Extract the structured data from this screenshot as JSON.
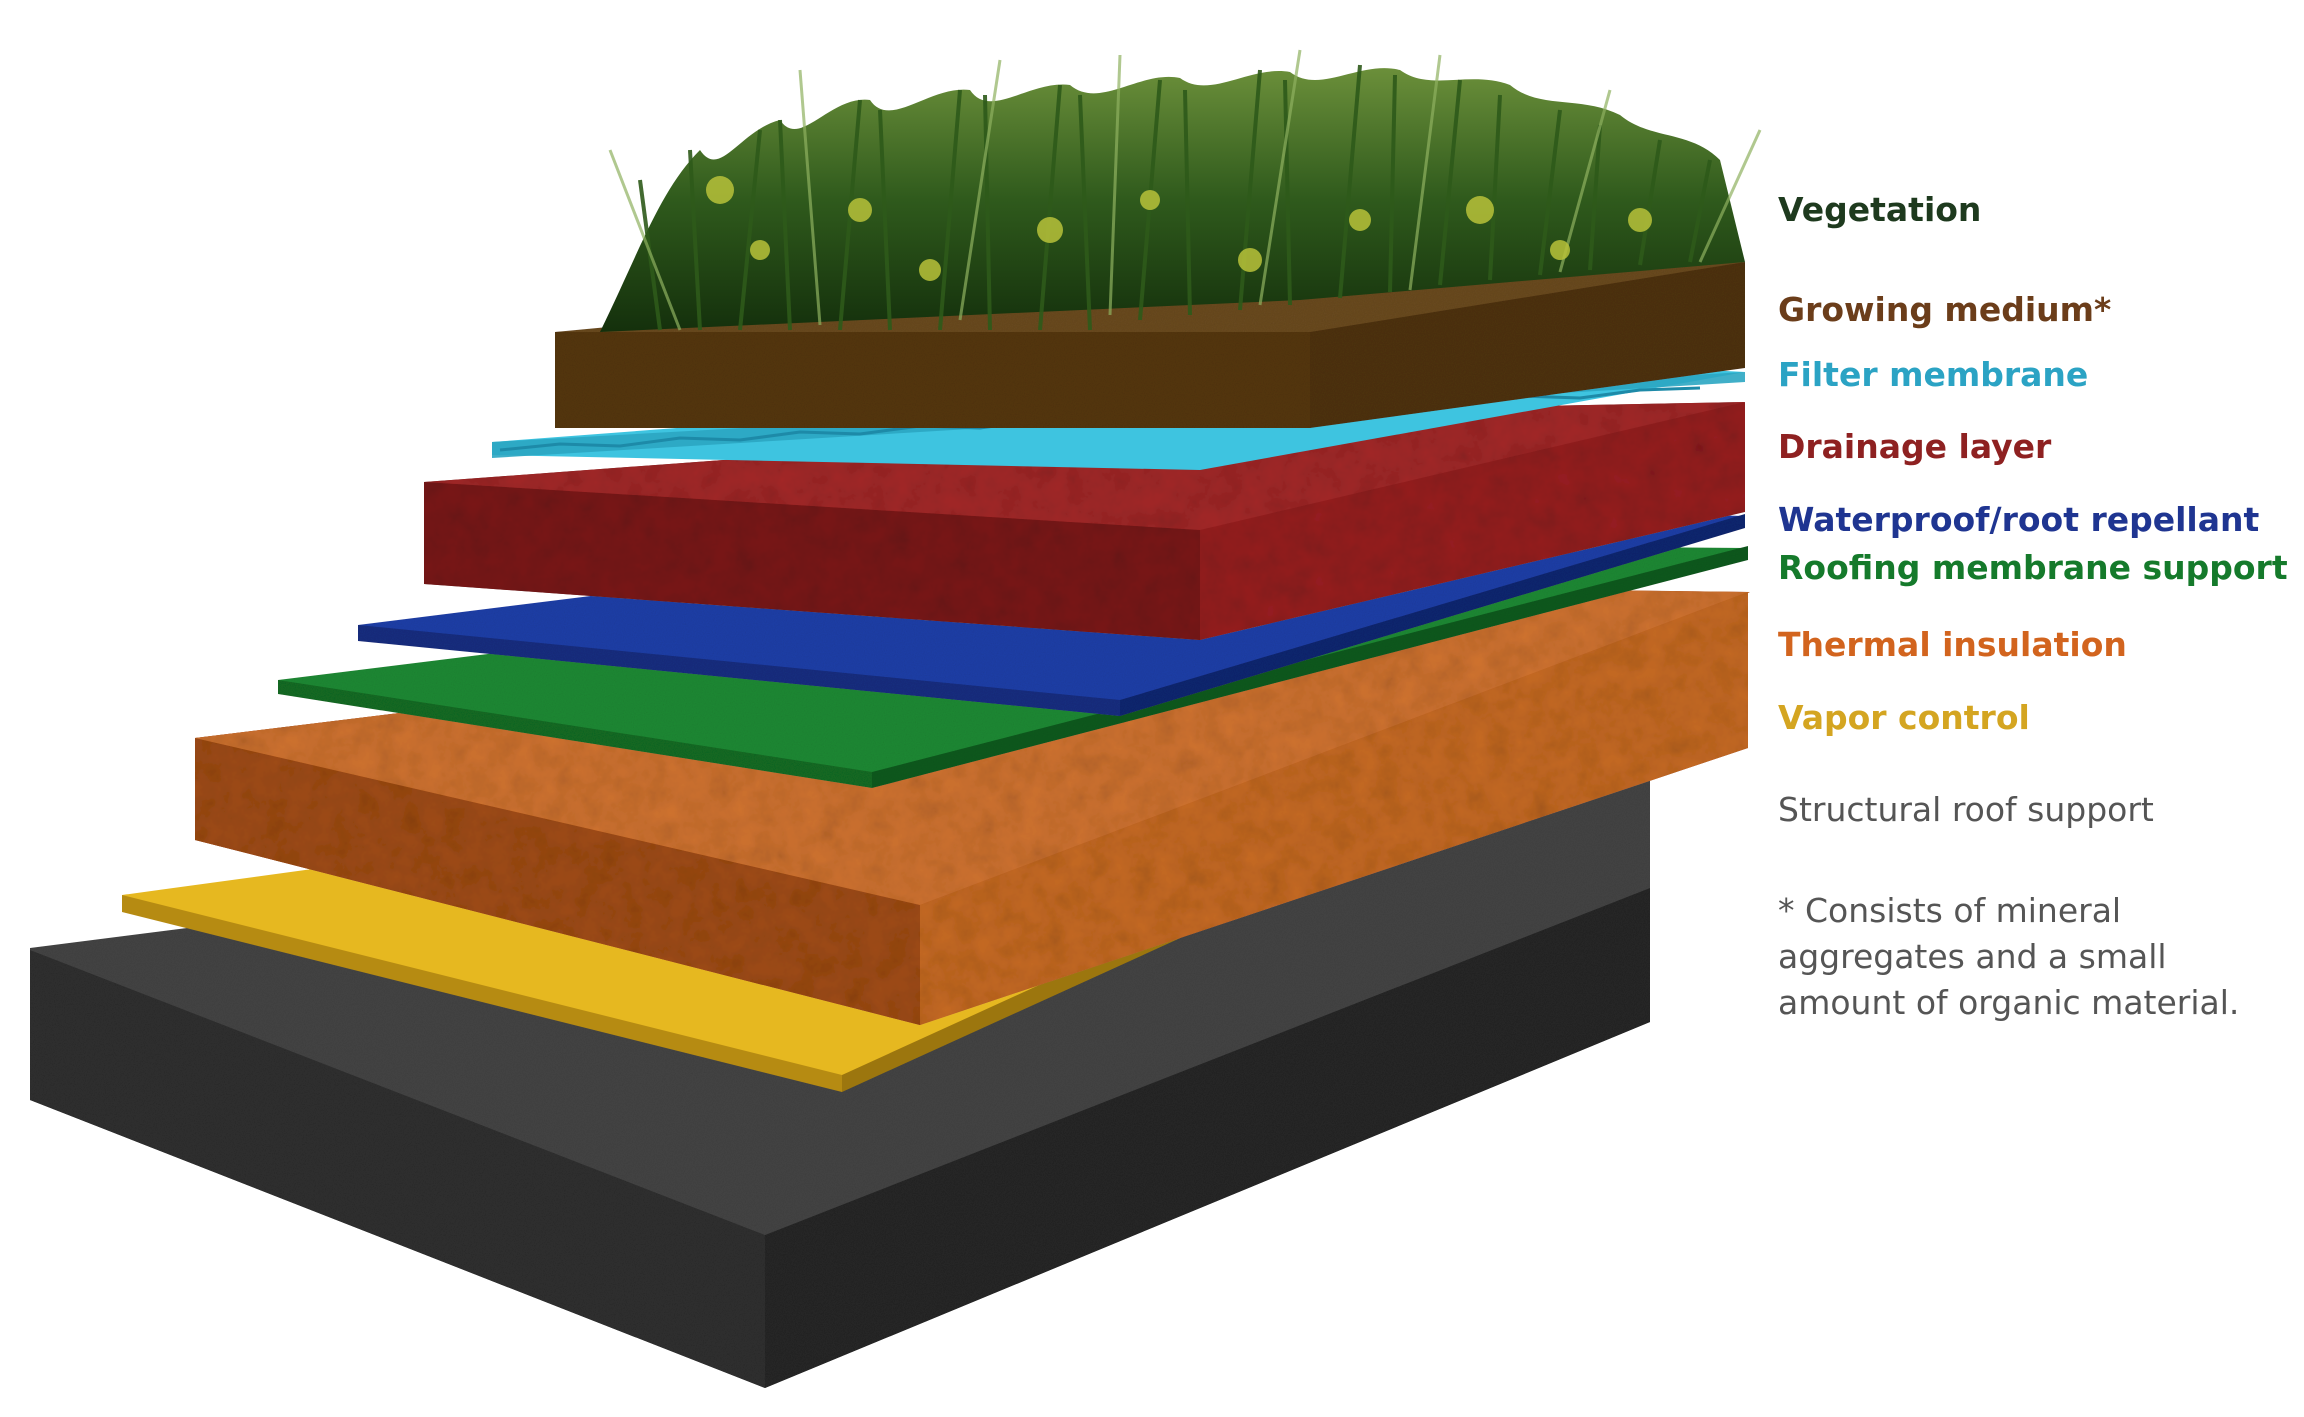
{
  "labels": {
    "vegetation": {
      "text": "Vegetation",
      "color": "#1e3a1e"
    },
    "growing_medium": {
      "text": "Growing medium*",
      "color": "#6b3d1a"
    },
    "filter_membrane": {
      "text": "Filter membrane",
      "color": "#2ba3c4"
    },
    "drainage_layer": {
      "text": "Drainage layer",
      "color": "#8e2121"
    },
    "waterproof": {
      "text": "Waterproof/root repellant",
      "color": "#1f3591"
    },
    "roofing_support": {
      "text": "Roofing membrane support",
      "color": "#157a2b"
    },
    "thermal_insulation": {
      "text": "Thermal insulation",
      "color": "#d2641e"
    },
    "vapor_control": {
      "text": "Vapor control",
      "color": "#d4a521"
    },
    "structural_support": {
      "text": "Structural roof support",
      "color": "#555555"
    }
  },
  "note": {
    "line1": "* Consists of mineral",
    "line2": "aggregates and a small",
    "line3": "amount of organic material."
  }
}
